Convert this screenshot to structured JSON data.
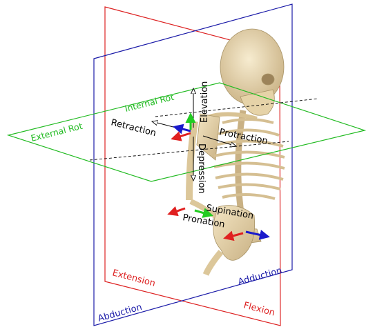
{
  "labels": {
    "transverse": {
      "external_rot": "External Rot",
      "internal_rot": "Internal Rot"
    },
    "sagittal": {
      "extension": "Extension",
      "flexion": "Flexion"
    },
    "frontal": {
      "abduction": "Abduction",
      "adduction": "Adduction"
    },
    "shoulder": {
      "elevation": "Elevation",
      "depression": "Depression",
      "retraction": "Retraction",
      "protraction": "Protraction"
    },
    "forearm": {
      "supination": "Supination",
      "pronation": "Pronation"
    }
  },
  "colors": {
    "transverse_plane": "#22bb22",
    "sagittal_plane": "#dd2222",
    "frontal_plane": "#1a1aa8",
    "arrow_black": "#000000",
    "axis_red": "#e02020",
    "axis_green": "#22cc22",
    "axis_blue": "#1a1acc",
    "bone": "#ecdcb4",
    "bone_shadow": "#c8b386"
  }
}
